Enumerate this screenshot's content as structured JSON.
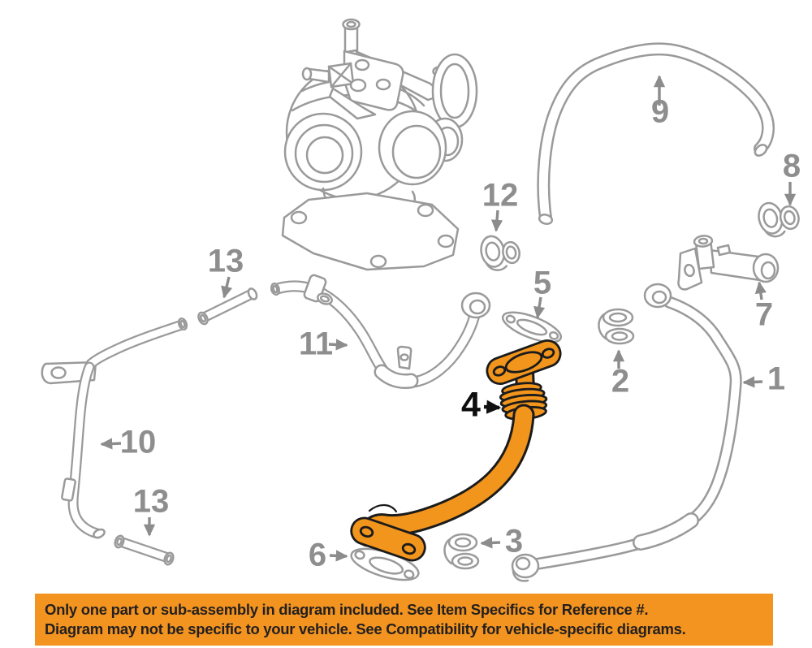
{
  "diagram": {
    "type": "parts-diagram",
    "description": "turbocharger oil line exploded parts diagram",
    "line_color": "#9a9a9a",
    "callout_color": "#8e8e8e",
    "highlight_fill": "#F2951C",
    "highlighted_callout": "4",
    "callouts": [
      {
        "label": "9"
      },
      {
        "label": "8"
      },
      {
        "label": "12"
      },
      {
        "label": "5"
      },
      {
        "label": "13"
      },
      {
        "label": "7"
      },
      {
        "label": "11"
      },
      {
        "label": "2"
      },
      {
        "label": "4"
      },
      {
        "label": "1"
      },
      {
        "label": "10"
      },
      {
        "label": "13"
      },
      {
        "label": "3"
      },
      {
        "label": "6"
      }
    ]
  },
  "banner": {
    "line1": "Only one part or sub-assembly in diagram included. See Item Specifics for Reference #.",
    "line2": "Diagram may not be specific to your vehicle. See Compatibility for vehicle-specific diagrams.",
    "background_color": "#F2941F",
    "text_color": "#231F20"
  }
}
